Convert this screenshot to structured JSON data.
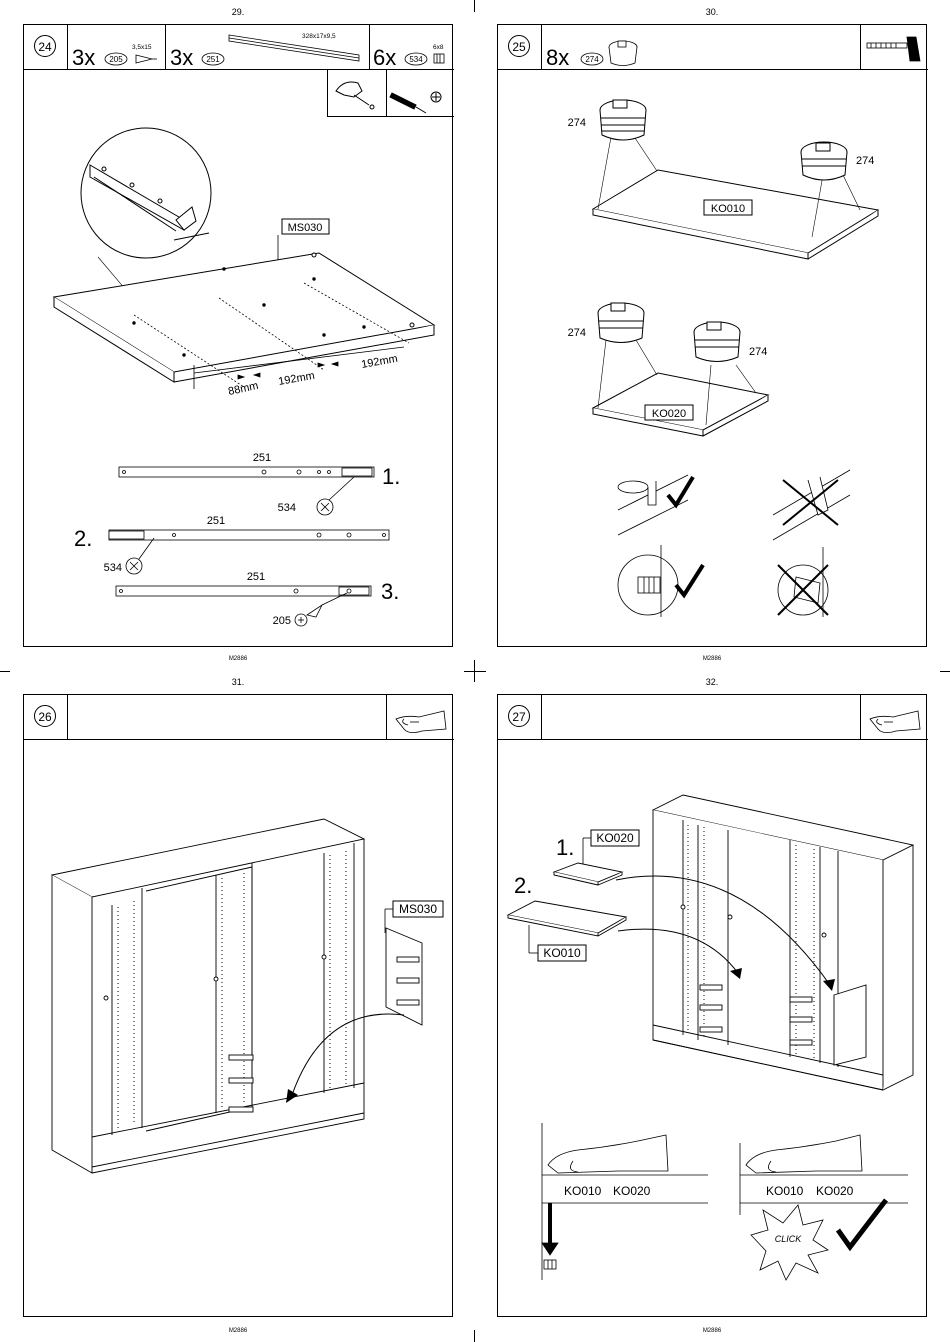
{
  "pages": [
    {
      "page_number": "29.",
      "doc_code": "M2886",
      "step": "24",
      "parts": [
        {
          "qty": "3x",
          "part": "205",
          "dim": "3,5x15"
        },
        {
          "qty": "3x",
          "part": "251",
          "dim": "328x17x9,5"
        },
        {
          "qty": "6x",
          "part": "534",
          "dim": "6x8"
        }
      ],
      "panel_label": "MS030",
      "measures": [
        "88mm",
        "192mm",
        "192mm"
      ],
      "rail_label": "251",
      "callouts": [
        "1.",
        "2.",
        "3."
      ],
      "screw_labels": [
        "534",
        "534",
        "205"
      ]
    },
    {
      "page_number": "30.",
      "doc_code": "M2886",
      "step": "25",
      "parts": [
        {
          "qty": "8x",
          "part": "274"
        }
      ],
      "cam_label": "274",
      "boards": [
        "KO010",
        "KO020"
      ]
    },
    {
      "page_number": "31.",
      "doc_code": "M2886",
      "step": "26",
      "panel_label": "MS030"
    },
    {
      "page_number": "32.",
      "doc_code": "M2886",
      "step": "27",
      "callouts": [
        "1.",
        "2."
      ],
      "boards": [
        "KO020",
        "KO010"
      ],
      "detail_labels": [
        "KO010",
        "KO020"
      ],
      "click_label": "CLICK"
    }
  ]
}
